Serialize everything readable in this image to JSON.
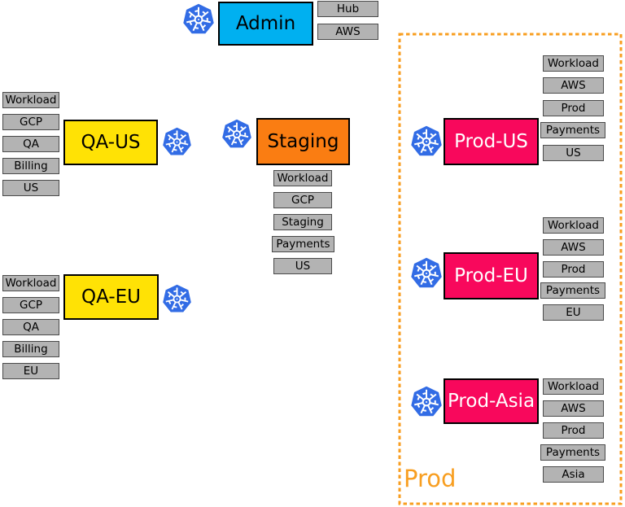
{
  "group": {
    "label": "Prod",
    "border_color": "#F89E20"
  },
  "nodes": {
    "admin": {
      "label": "Admin",
      "fill": "#00B0F0"
    },
    "qa_us": {
      "label": "QA-US",
      "fill": "#FFE205"
    },
    "qa_eu": {
      "label": "QA-EU",
      "fill": "#FFE205"
    },
    "staging": {
      "label": "Staging",
      "fill": "#FA7D12"
    },
    "prod_us": {
      "label": "Prod-US",
      "fill": "#F8085C"
    },
    "prod_eu": {
      "label": "Prod-EU",
      "fill": "#F8085C"
    },
    "prod_asia": {
      "label": "Prod-Asia",
      "fill": "#F8085C"
    }
  },
  "tags": {
    "admin": [
      "Hub",
      "AWS"
    ],
    "qa_us": [
      "Workload",
      "GCP",
      "QA",
      "Billing",
      "US"
    ],
    "qa_eu": [
      "Workload",
      "GCP",
      "QA",
      "Billing",
      "EU"
    ],
    "staging": [
      "Workload",
      "GCP",
      "Staging",
      "Payments",
      "US"
    ],
    "prod_us": [
      "Workload",
      "AWS",
      "Prod",
      "Payments",
      "US"
    ],
    "prod_eu": [
      "Workload",
      "AWS",
      "Prod",
      "Payments",
      "EU"
    ],
    "prod_asia": [
      "Workload",
      "AWS",
      "Prod",
      "Payments",
      "Asia"
    ]
  },
  "icons": {
    "kubernetes": {
      "color": "#326CE5"
    }
  },
  "colors": {
    "tag_fill": "#B3B3B3",
    "tag_border": "#4A4A4A",
    "node_border": "#000000"
  }
}
